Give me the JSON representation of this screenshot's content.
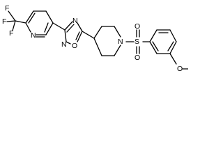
{
  "molecule": {
    "atoms": {
      "f1": "F",
      "f2": "F",
      "f3": "F",
      "n_pyridine": "N",
      "n_oxadiazole_top": "N",
      "n_oxadiazole_bottom": "N",
      "o_oxadiazole": "O",
      "n_piperidine": "N",
      "s_sulfonyl": "S",
      "o_sulfonyl_top": "O",
      "o_sulfonyl_bottom": "O",
      "o_methoxy": "O"
    }
  }
}
